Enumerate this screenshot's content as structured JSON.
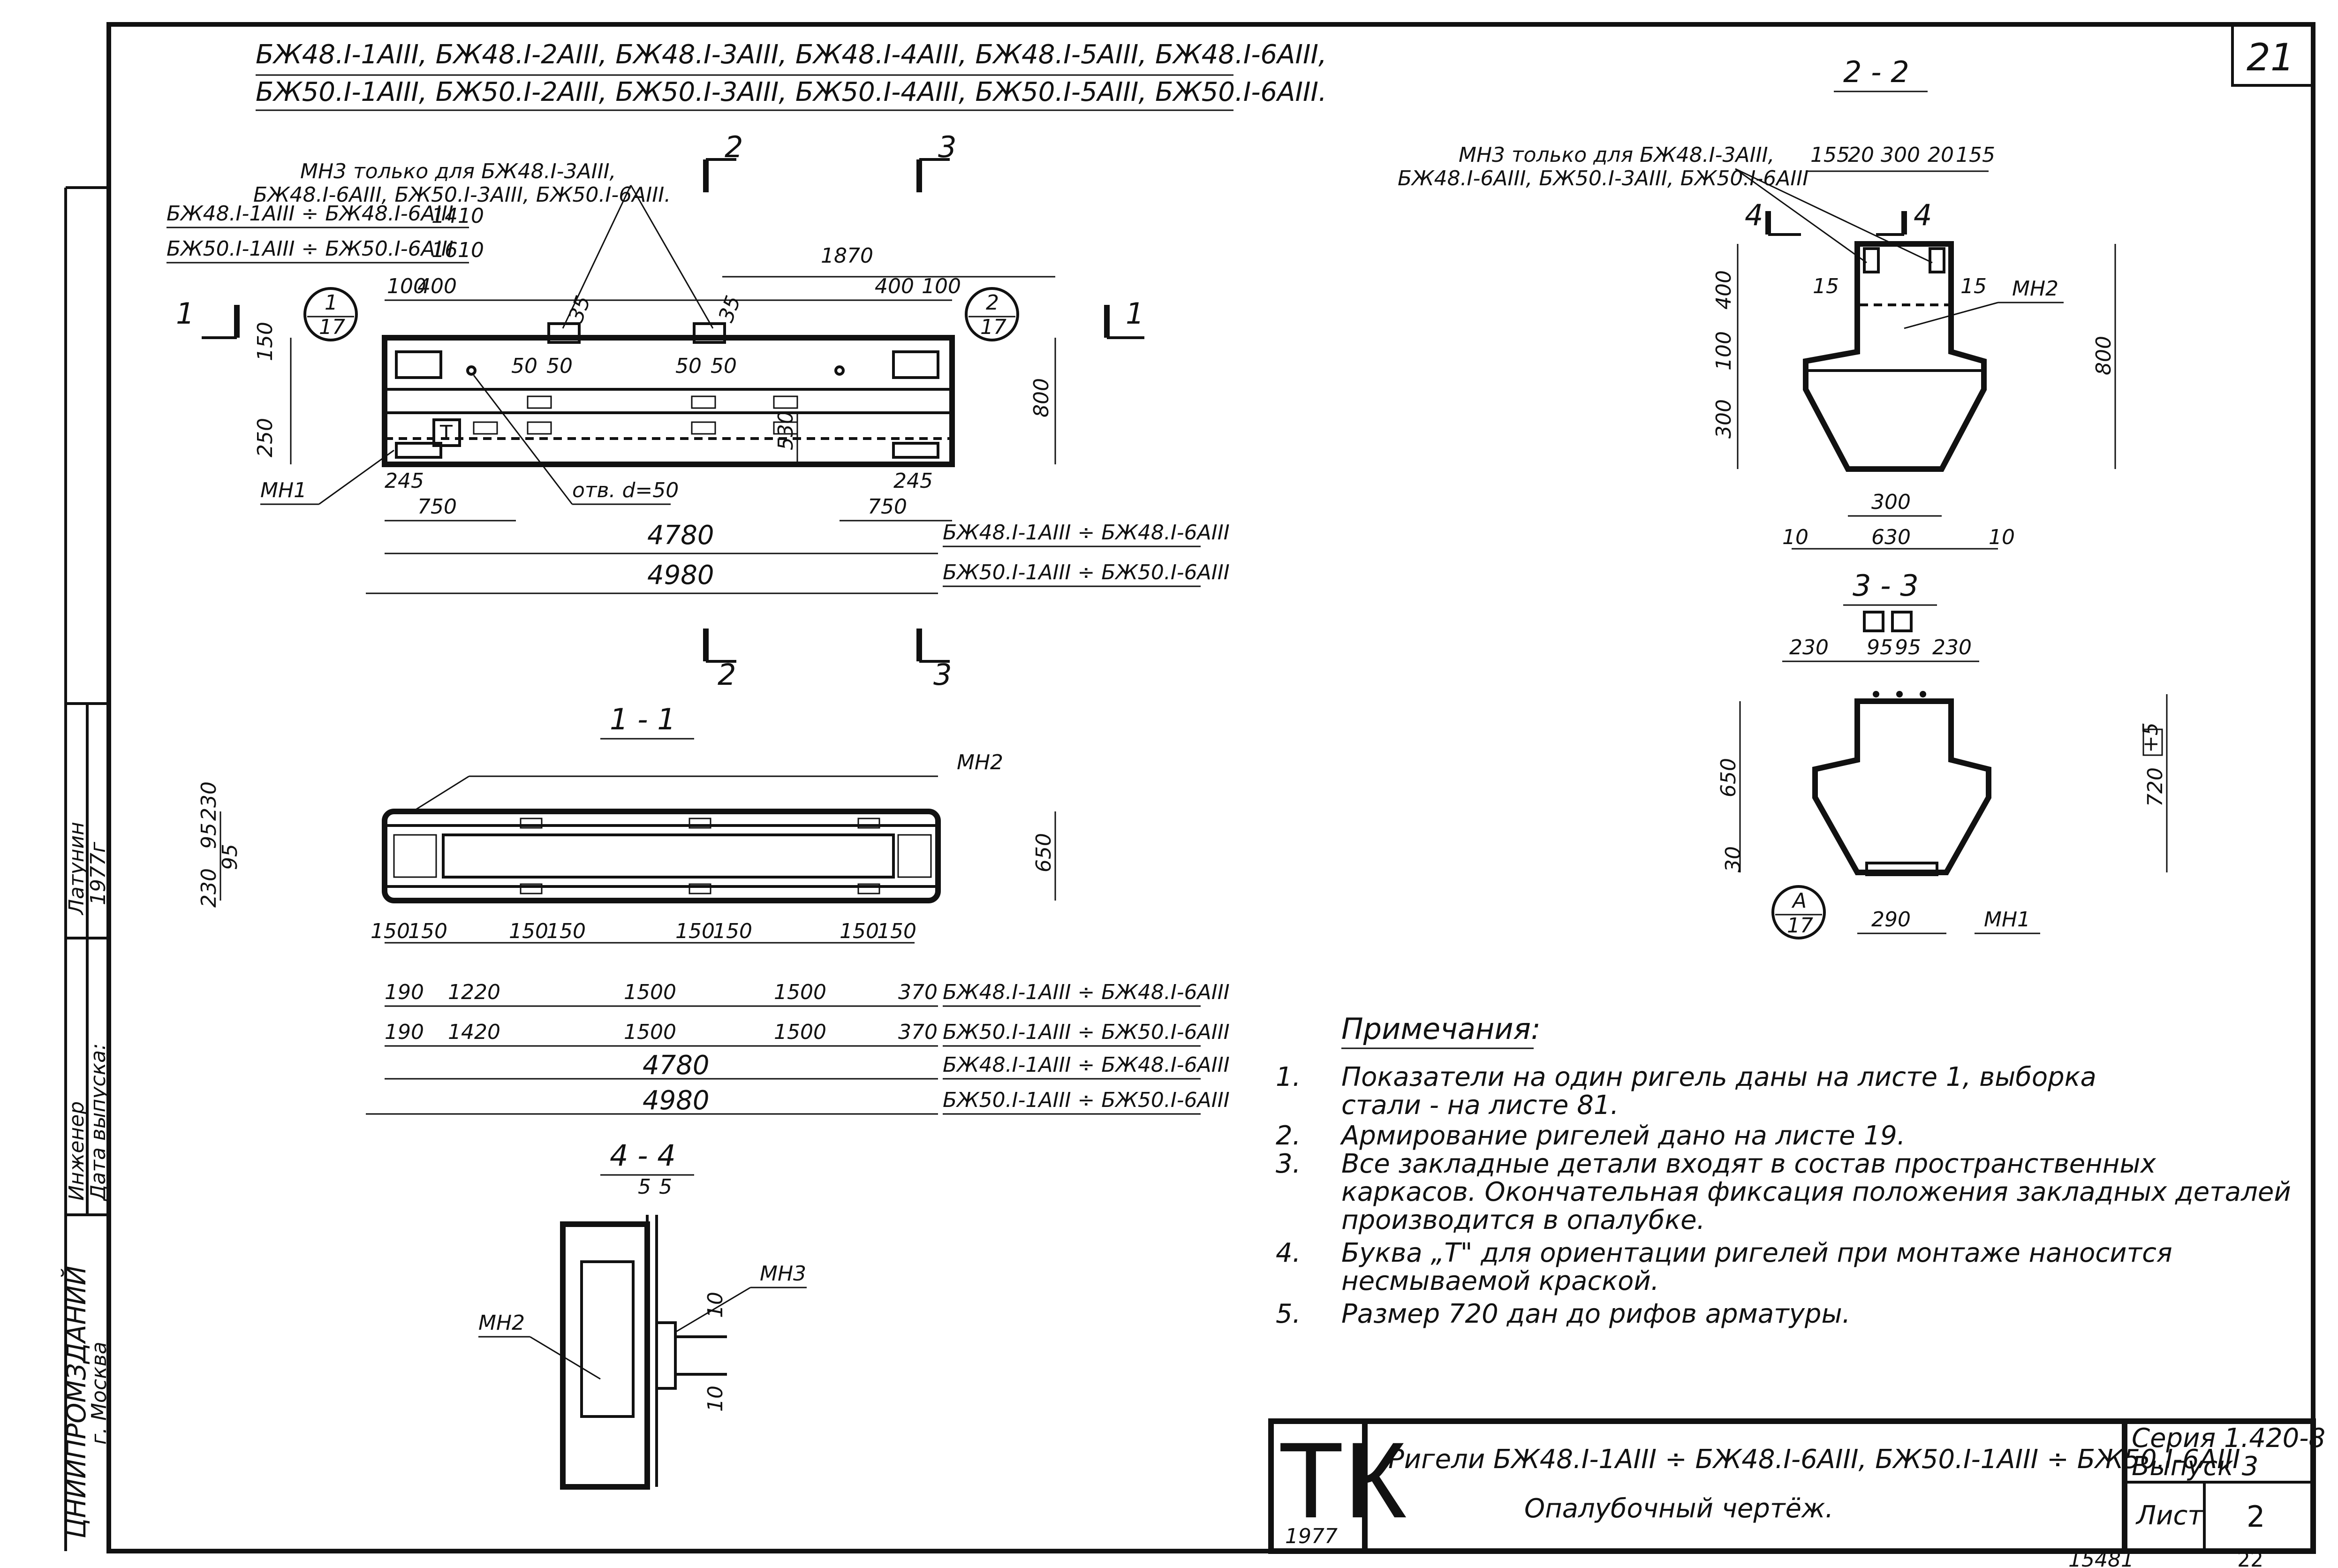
{
  "sheet_number": "21",
  "header": {
    "line1": "БЖ48.I-1AIII, БЖ48.I-2AIII, БЖ48.I-3AIII, БЖ48.I-4AIII, БЖ48.I-5AIII, БЖ48.I-6AIII,",
    "line2": "БЖ50.I-1AIII, БЖ50.I-2AIII, БЖ50.I-3AIII, БЖ50.I-4AIII, БЖ50.I-5AIII, БЖ50.I-6AIII."
  },
  "left_stamp": {
    "engineer_role": "Инженер",
    "engineer_name": "Латунин",
    "year": "1977г",
    "release_date_label": "Дата выпуска:",
    "org": "ЦНИИПРОМЗДАНИЙ",
    "city": "г. Москва"
  },
  "elevation": {
    "note_l1": "МН3 только для БЖ48.I-3AIII,",
    "note_l2": "БЖ48.I-6AIII, БЖ50.I-3AIII, БЖ50.I-6AIII.",
    "range48": "БЖ48.I-1AIII ÷ БЖ48.I-6AIII",
    "range50": "БЖ50.I-1AIII ÷ БЖ50.I-6AIII",
    "d1410": "1410",
    "d1610": "1610",
    "d1870": "1870",
    "d100a": "100",
    "d400a": "400",
    "d400b": "400",
    "d100b": "100",
    "d150": "150",
    "d250": "250",
    "d530": "530",
    "d800": "800",
    "d35a": "35",
    "d35b": "35",
    "d50a": "50",
    "d50b": "50",
    "d50c": "50",
    "d50d": "50",
    "d245a": "245",
    "d750a": "750",
    "d245b": "245",
    "d750b": "750",
    "d4780": "4780",
    "d4980": "4980",
    "mark_t": "T",
    "hole": "отв. d=50",
    "mn1": "МН1",
    "ref1_top": "1",
    "ref1_bot": "17",
    "ref2_top": "2",
    "ref2_bot": "17",
    "cut1": "1",
    "cut2": "2",
    "cut3": "3"
  },
  "plan": {
    "title": "1 - 1",
    "mn2": "МН2",
    "v230a": "230",
    "v95": "95",
    "v230b": "230",
    "v95b": "95",
    "v650": "650",
    "p150": [
      "150",
      "150",
      "150",
      "150",
      "150",
      "150",
      "150",
      "150"
    ],
    "row1": [
      "190",
      "1220",
      "1500",
      "1500",
      "370"
    ],
    "row2": [
      "190",
      "1420",
      "1500",
      "1500",
      "370"
    ],
    "d4780": "4780",
    "d4980": "4980",
    "l1": "БЖ48.I-1AIII ÷ БЖ48.I-6AIII",
    "l2": "БЖ50.I-1AIII ÷ БЖ50.I-6AIII",
    "l3": "БЖ48.I-1AIII ÷ БЖ48.I-6AIII",
    "l4": "БЖ50.I-1AIII ÷ БЖ50.I-6AIII"
  },
  "section22": {
    "title": "2 - 2",
    "note_l1": "МН3 только для БЖ48.I-3AIII,",
    "note_l2": "БЖ48.I-6AIII, БЖ50.I-3AIII, БЖ50.I-6AIII",
    "top_dims": [
      "155",
      "20",
      "300",
      "20",
      "155"
    ],
    "d15a": "15",
    "d15b": "15",
    "mn2": "МН2",
    "v400": "400",
    "v100": "100",
    "v300": "300",
    "v800": "800",
    "b300": "300",
    "b10a": "10",
    "b630": "630",
    "b10b": "10",
    "cut4": "4"
  },
  "section33": {
    "title": "3 - 3",
    "tops": [
      "230",
      "95",
      "95",
      "230"
    ],
    "v650": "650",
    "v720": "720",
    "tol": "+5",
    "v30": "30",
    "b290": "290",
    "ref_top": "A",
    "ref_bot": "17",
    "mn1": "МН1"
  },
  "section44": {
    "title": "4 - 4",
    "d5a": "5",
    "d5b": "5",
    "mn3": "МН3",
    "mn2": "МН2",
    "d10a": "10",
    "d10b": "10"
  },
  "notes": {
    "title": "Примечания:",
    "items": [
      {
        "n": "1.",
        "l1": "Показатели на один ригель даны на листе 1, выборка",
        "l2": "стали - на листе 81."
      },
      {
        "n": "2.",
        "l1": "Армирование ригелей дано на листе 19.",
        "l2": ""
      },
      {
        "n": "3.",
        "l1": "Все закладные детали входят в состав пространственных",
        "l2": "каркасов. Окончательная фиксация положения закладных деталей",
        "l3": "производится в опалубке."
      },
      {
        "n": "4.",
        "l1": "Буква „Т\" для ориентации ригелей при монтаже наносится",
        "l2": "несмываемой краской."
      },
      {
        "n": "5.",
        "l1": "Размер 720 дан до рифов арматуры.",
        "l2": ""
      }
    ]
  },
  "title_block": {
    "logo": "ТК",
    "logo_year": "1977",
    "name_l1": "Ригели БЖ48.I-1AIII ÷ БЖ48.I-6AIII, БЖ50.I-1AIII ÷ БЖ50.I-6AIII",
    "name_l2": "Опалубочный чертёж.",
    "series": "Серия 1.420-8",
    "issue": "Выпуск 3",
    "sheet_label": "Лист",
    "sheet_num": "2",
    "inv": "15481",
    "page": "22"
  }
}
